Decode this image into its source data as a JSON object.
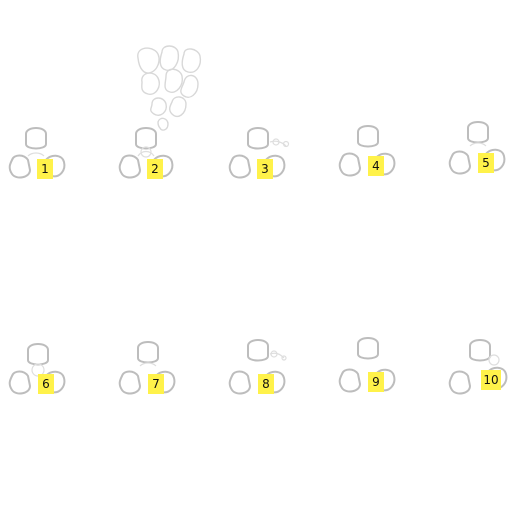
{
  "labels": [
    "1",
    "2",
    "3",
    "4",
    "5",
    "6",
    "7",
    "8",
    "9",
    "10"
  ],
  "colors": {
    "background": "#ffffff",
    "stroke": "#bdbdbd",
    "stroke_light": "#dedede",
    "cluster_stroke": "#d6d6d6",
    "label_background": "#fff24a",
    "label_text": "#111111"
  }
}
